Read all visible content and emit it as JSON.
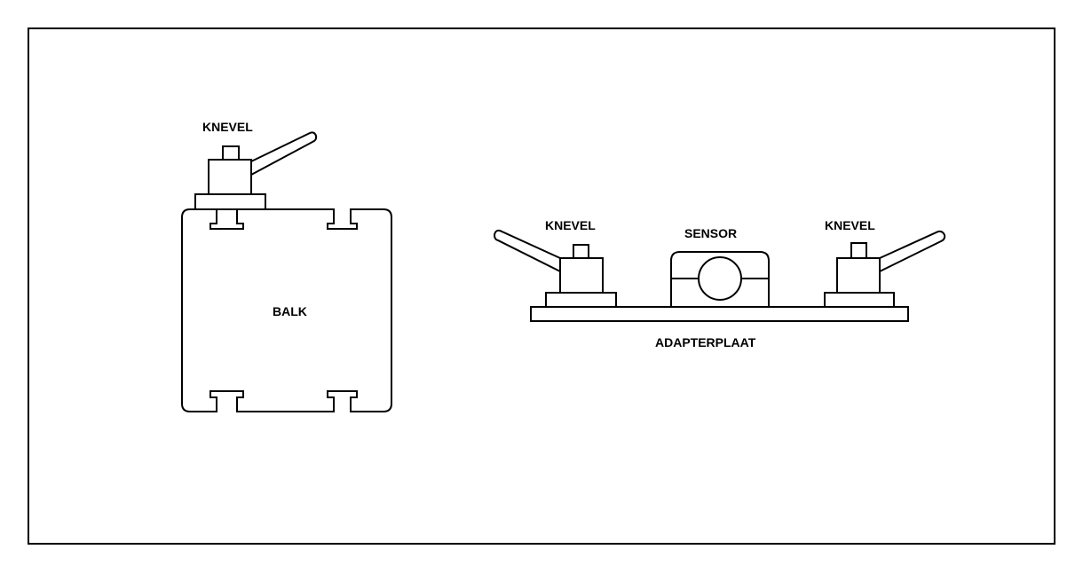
{
  "diagram": {
    "colors": {
      "stroke": "#000000",
      "background": "#ffffff"
    },
    "left_assembly": {
      "knevel_label": "KNEVEL",
      "beam_label": "BALK"
    },
    "right_assembly": {
      "knevel_left_label": "KNEVEL",
      "sensor_label": "SENSOR",
      "knevel_right_label": "KNEVEL",
      "plate_label": "ADAPTERPLAAT"
    }
  }
}
